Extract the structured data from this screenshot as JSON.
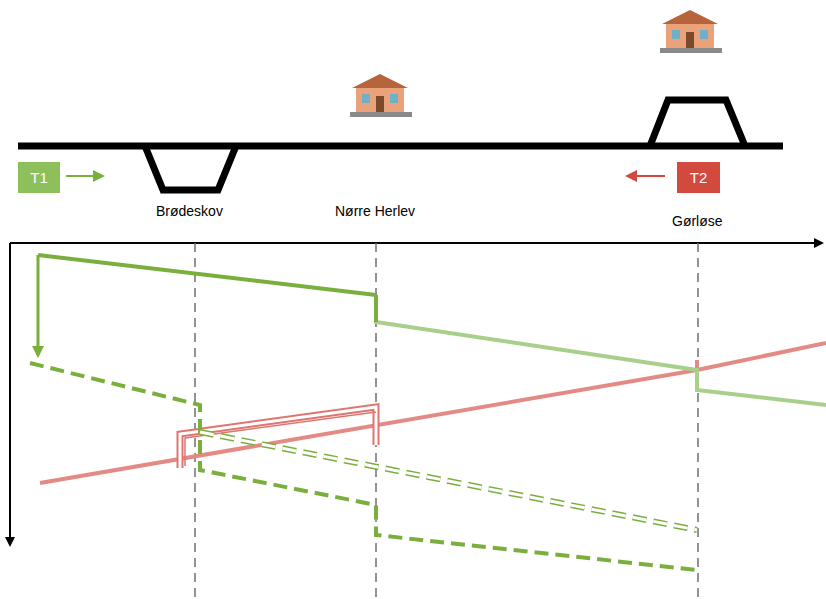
{
  "diagram": {
    "nodes": [
      {
        "text": [
          "T1"
        ]
      },
      {
        "text": [
          "T2"
        ]
      }
    ],
    "labels": [
      "Brødeskov",
      "Nørre Herlev",
      "Gørløse"
    ]
  }
}
